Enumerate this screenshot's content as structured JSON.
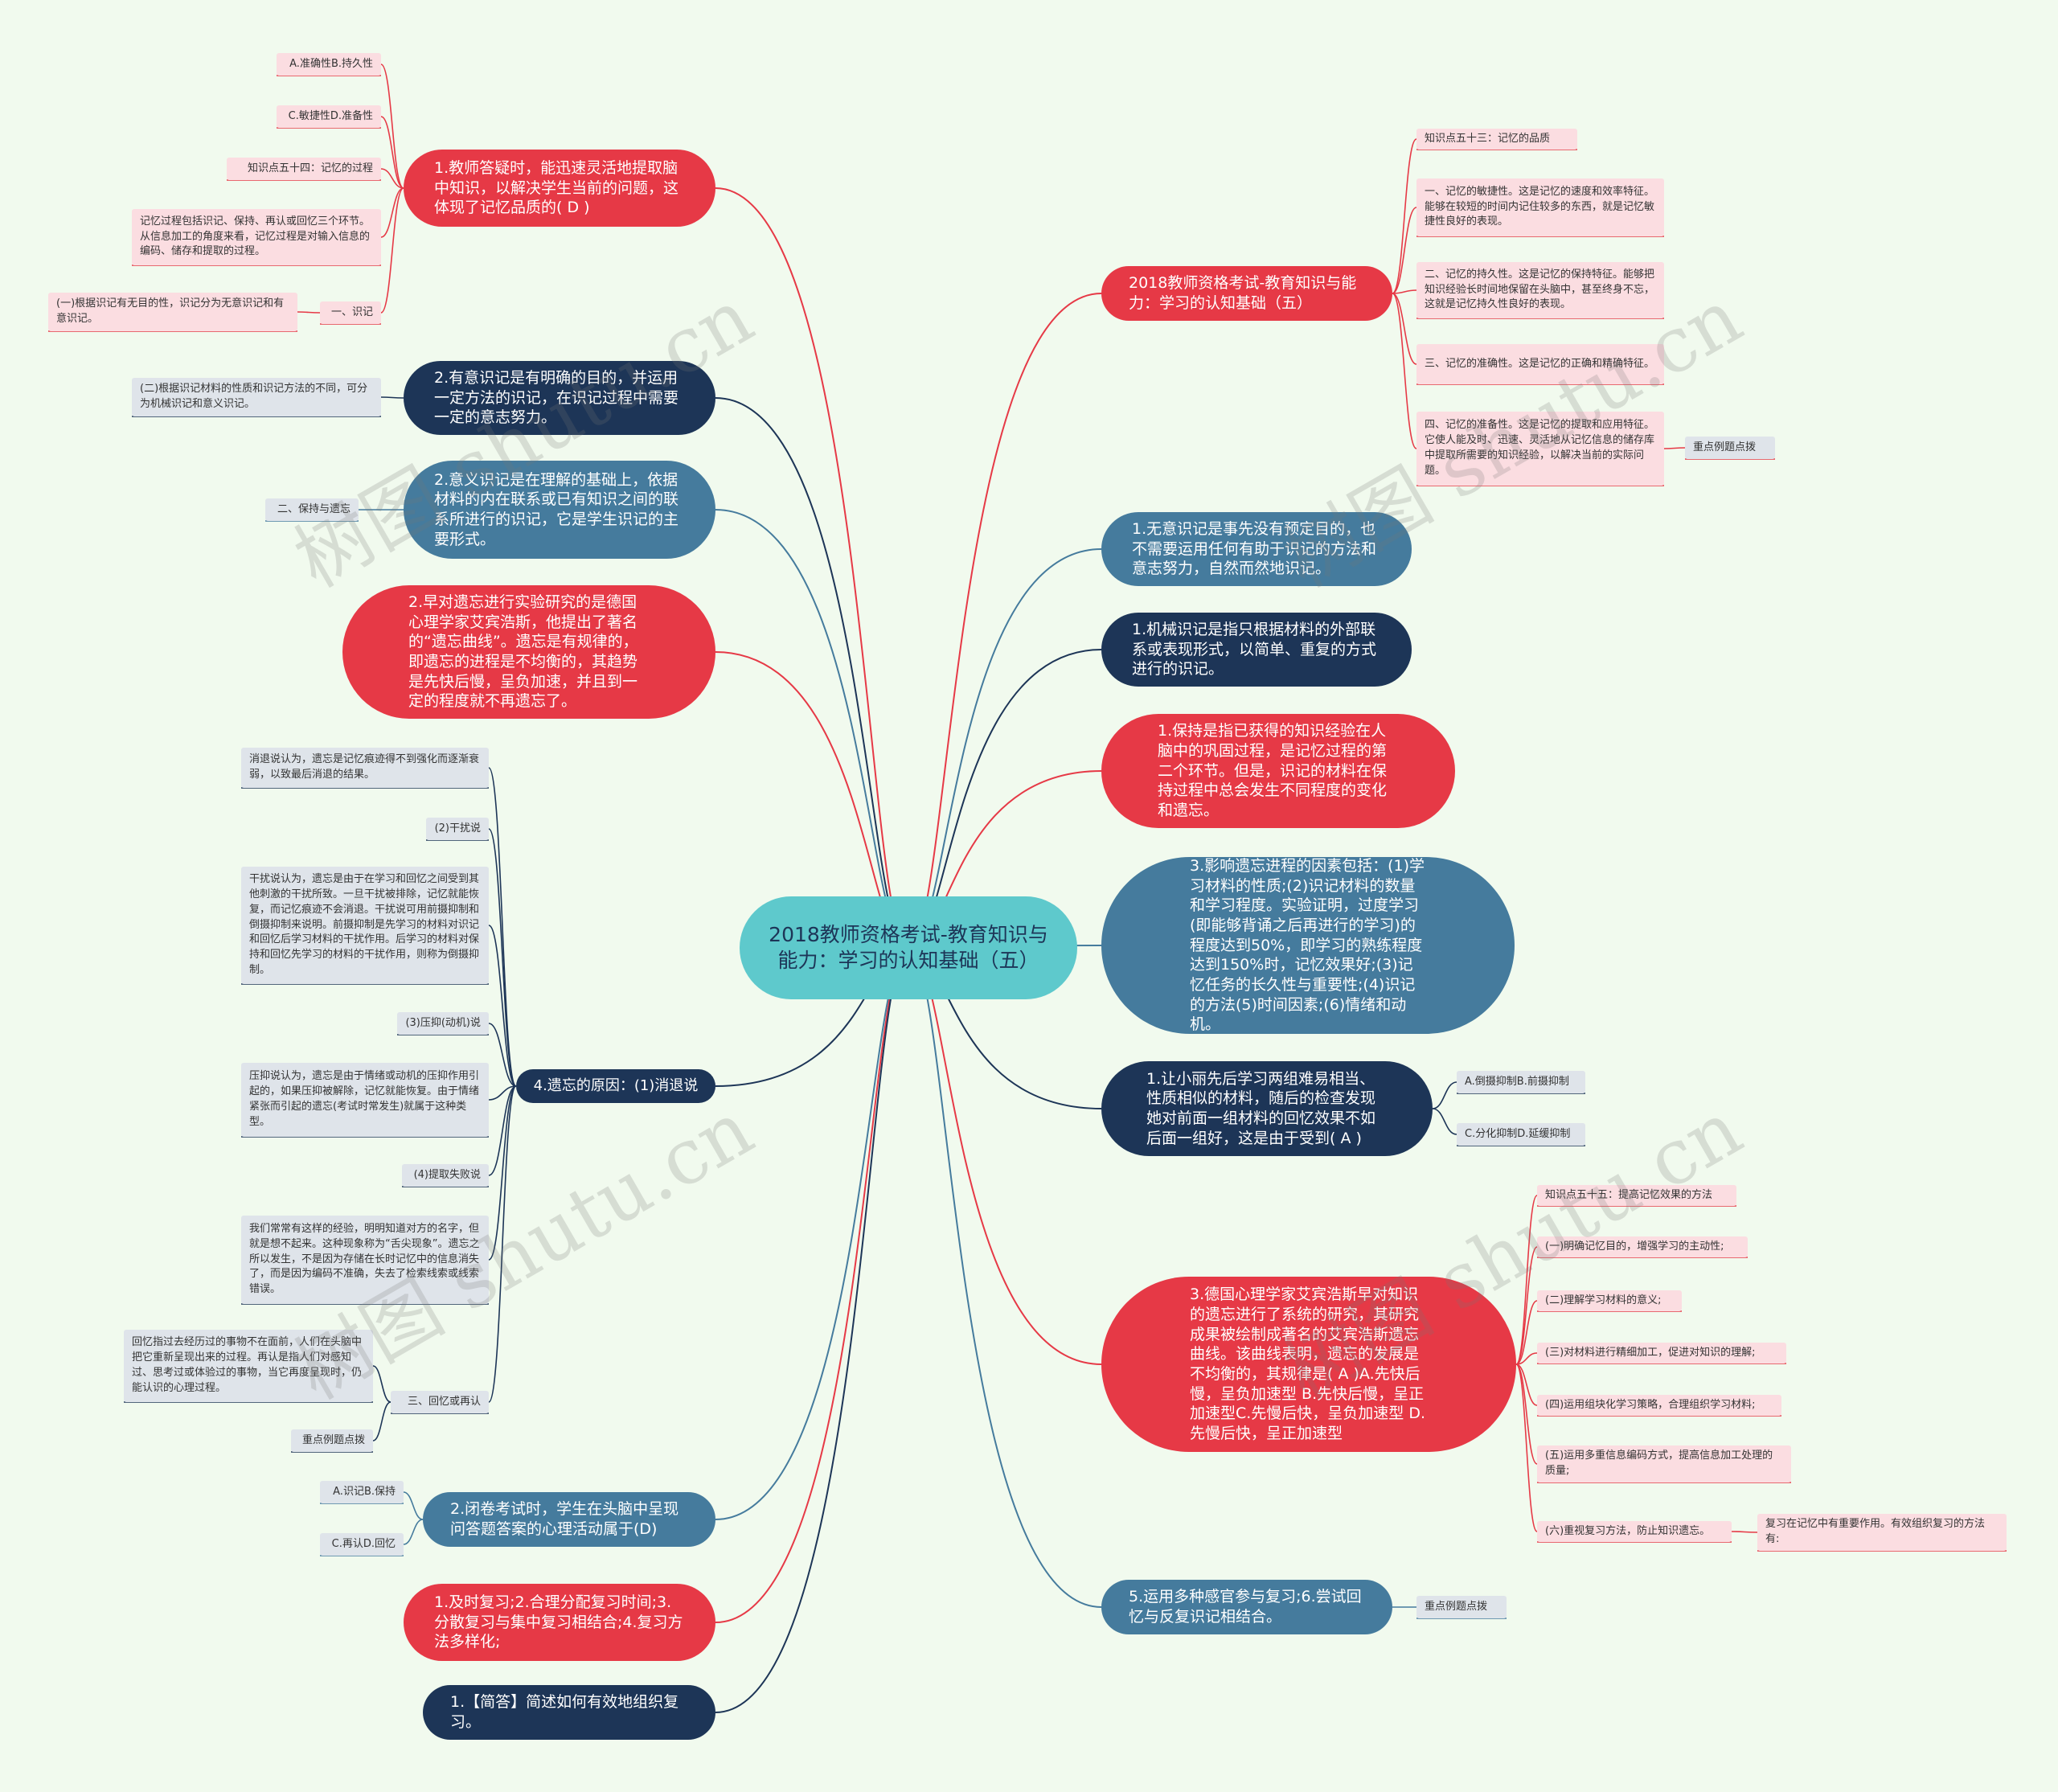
{
  "root": "2018教师资格考试-教育知识与能力：学习的认知基础（五）",
  "watermark": "树图 shutu.cn",
  "colors": {
    "red": "#e63946",
    "navy": "#1d3557",
    "steel": "#457b9d",
    "teal": "#5ec9cc",
    "pink": "#fbdde1",
    "gray": "#dfe4ea",
    "bg": "#f1faee"
  },
  "right": {
    "r1": "2018教师资格考试-教育知识与能力：学习的认知基础（五）",
    "r1_leaves": [
      "知识点五十三：记忆的品质",
      "一、记忆的敏捷性。这是记忆的速度和效率特征。能够在较短的时间内记住较多的东西，就是记忆敏捷性良好的表现。",
      "二、记忆的持久性。这是记忆的保持特征。能够把知识经验长时间地保留在头脑中，甚至终身不忘，这就是记忆持久性良好的表现。",
      "三、记忆的准确性。这是记忆的正确和精确特征。",
      "四、记忆的准备性。这是记忆的提取和应用特征。它使人能及时、迅速、灵活地从记忆信息的储存库中提取所需要的知识经验，以解决当前的实际问题。"
    ],
    "r1_tag": "重点例题点拨",
    "r2": "1.无意识记是事先没有预定目的，也不需要运用任何有助于识记的方法和意志努力，自然而然地识记。",
    "r3": "1.机械识记是指只根据材料的外部联系或表现形式，以简单、重复的方式进行的识记。",
    "r4": "1.保持是指已获得的知识经验在人脑中的巩固过程，是记忆过程的第二个环节。但是，识记的材料在保持过程中总会发生不同程度的变化和遗忘。",
    "r5": "3.影响遗忘进程的因素包括：(1)学习材料的性质;(2)识记材料的数量和学习程度。实验证明，过度学习(即能够背诵之后再进行的学习)的程度达到50%，即学习的熟练程度达到150%时，记忆效果好;(3)记忆任务的长久性与重要性;(4)识记的方法(5)时间因素;(6)情绪和动机。",
    "r6": "1.让小丽先后学习两组难易相当、性质相似的材料，随后的检查发现她对前面一组材料的回忆效果不如后面一组好，这是由于受到( A )",
    "r6_leaves": [
      "A.倒摄抑制B.前摄抑制",
      "C.分化抑制D.延缓抑制"
    ],
    "r7": "3.德国心理学家艾宾浩斯早对知识的遗忘进行了系统的研究，其研究成果被绘制成著名的艾宾浩斯遗忘曲线。该曲线表明，遗忘的发展是不均衡的，其规律是( A )A.先快后慢，呈负加速型 B.先快后慢，呈正加速型C.先慢后快，呈负加速型 D.先慢后快，呈正加速型",
    "r7_leaves": [
      "知识点五十五：提高记忆效果的方法",
      "(一)明确记忆目的，增强学习的主动性;",
      "(二)理解学习材料的意义;",
      "(三)对材料进行精细加工，促进对知识的理解;",
      "(四)运用组块化学习策略，合理组织学习材料;",
      "(五)运用多重信息编码方式，提高信息加工处理的质量;",
      "(六)重视复习方法，防止知识遗忘。"
    ],
    "r7_sub": "复习在记忆中有重要作用。有效组织复习的方法有:",
    "r8": "5.运用多种感官参与复习;6.尝试回忆与反复识记相结合。",
    "r8_tag": "重点例题点拨"
  },
  "left": {
    "l1": "1.教师答疑时，能迅速灵活地提取脑中知识，以解决学生当前的问题，这体现了记忆品质的( D )",
    "l1_leaves": [
      "A.准确性B.持久性",
      "C.敏捷性D.准备性",
      "知识点五十四：记忆的过程",
      "记忆过程包括识记、保持、再认或回忆三个环节。从信息加工的角度来看，记忆过程是对输入信息的编码、储存和提取的过程。",
      "一、识记"
    ],
    "l1_sub": "(一)根据识记有无目的性，识记分为无意识记和有意识记。",
    "l2": "2.有意识记是有明确的目的，并运用一定方法的识记，在识记过程中需要一定的意志努力。",
    "l2_leaf": "(二)根据识记材料的性质和识记方法的不同，可分为机械识记和意义识记。",
    "l3": "2.意义识记是在理解的基础上，依据材料的内在联系或已有知识之间的联系所进行的识记，它是学生识记的主要形式。",
    "l3_leaf": "二、保持与遗忘",
    "l4": "2.早对遗忘进行实验研究的是德国心理学家艾宾浩斯，他提出了著名的“遗忘曲线”。遗忘是有规律的，即遗忘的进程是不均衡的，其趋势是先快后慢，呈负加速，并且到一定的程度就不再遗忘了。",
    "l5": "4.遗忘的原因：(1)消退说",
    "l5_leaves": [
      "消退说认为，遗忘是记忆痕迹得不到强化而逐渐衰弱，以致最后消退的结果。",
      "(2)干扰说",
      "干扰说认为，遗忘是由于在学习和回忆之间受到其他刺激的干扰所致。一旦干扰被排除，记忆就能恢复，而记忆痕迹不会消退。干扰说可用前摄抑制和倒摄抑制来说明。前摄抑制是先学习的材料对识记和回忆后学习材料的干扰作用。后学习的材料对保持和回忆先学习的材料的干扰作用，则称为倒摄抑制。",
      "(3)压抑(动机)说",
      "压抑说认为，遗忘是由于情绪或动机的压抑作用引起的，如果压抑被解除，记忆就能恢复。由于情绪紧张而引起的遗忘(考试时常发生)就属于这种类型。",
      "(4)提取失败说",
      "我们常常有这样的经验，明明知道对方的名字，但就是想不起来。这种现象称为“舌尖现象”。遗忘之所以发生，不是因为存储在长时记忆中的信息消失了，而是因为编码不准确，失去了检索线索或线索错误。",
      "三、回忆或再认"
    ],
    "l5_subs": [
      "回忆指过去经历过的事物不在面前，人们在头脑中把它重新呈现出来的过程。再认是指人们对感知过、思考过或体验过的事物，当它再度呈现时，仍能认识的心理过程。",
      "重点例题点拨"
    ],
    "l6": "2.闭卷考试时，学生在头脑中呈现问答题答案的心理活动属于(D)",
    "l6_leaves": [
      "A.识记B.保持",
      "C.再认D.回忆"
    ],
    "l7": "1.及时复习;2.合理分配复习时间;3.分散复习与集中复习相结合;4.复习方法多样化;",
    "l8": "1.【简答】简述如何有效地组织复习。"
  }
}
